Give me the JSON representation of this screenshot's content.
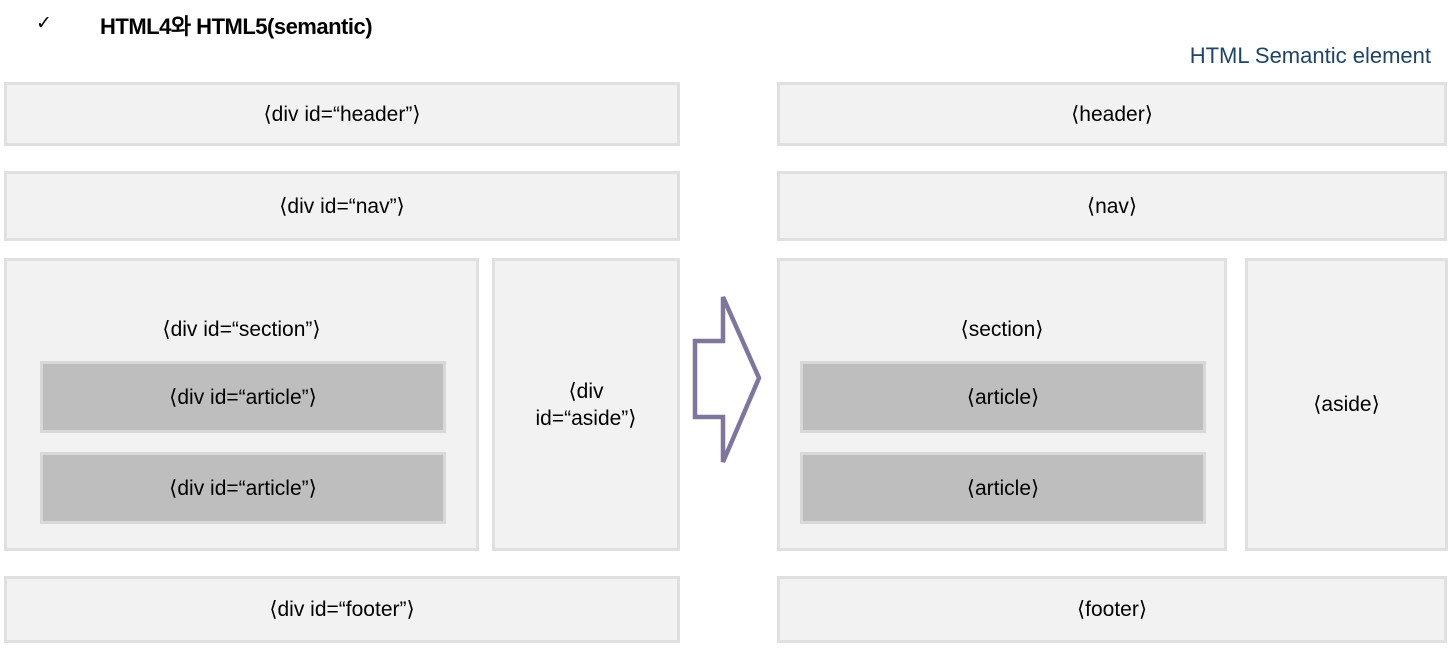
{
  "header": {
    "check": "✓",
    "title": "HTML4와 HTML5(semantic)",
    "subtitle": "HTML Semantic element"
  },
  "colors": {
    "box_fill": "#F2F2F2",
    "box_border": "#E0E0E0",
    "article_fill": "#BEBEBE",
    "article_border": "#D8D8D8",
    "arrow_stroke": "#80769C",
    "subtitle_text": "#1F4466",
    "label_text": "#000000"
  },
  "html4": {
    "header_label": "⟨div id=“header”⟩",
    "nav_label": "⟨div id=“nav”⟩",
    "section_label": "⟨div id=“section”⟩",
    "article1_label": "⟨div id=“article”⟩",
    "article2_label": "⟨div id=“article”⟩",
    "aside_label_line1": "⟨div",
    "aside_label_line2": "id=“aside”⟩",
    "footer_label": "⟨div id=“footer”⟩"
  },
  "html5": {
    "header_label": "⟨header⟩",
    "nav_label": "⟨nav⟩",
    "section_label": "⟨section⟩",
    "article1_label": "⟨article⟩",
    "article2_label": "⟨article⟩",
    "aside_label": "⟨aside⟩",
    "footer_label": "⟨footer⟩"
  },
  "arrow": {
    "name": "block-arrow-right"
  }
}
